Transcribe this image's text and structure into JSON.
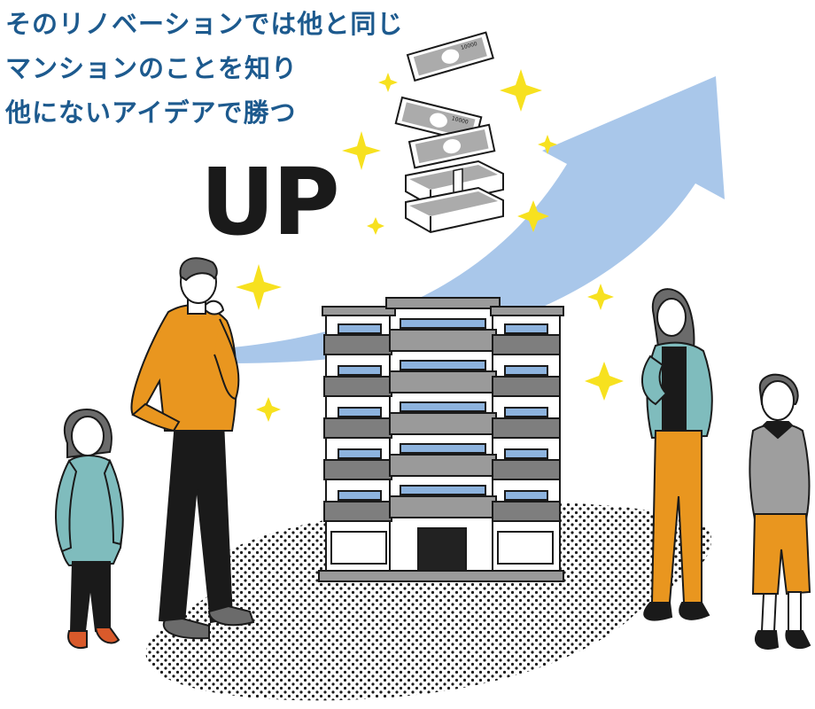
{
  "headline": {
    "lines": [
      "そのリノベーションでは他と同じ",
      "マンションのことを知り",
      "他にないアイデアで勝つ"
    ]
  },
  "up_label": "UP",
  "banknote_label": "10000",
  "colors": {
    "headline": "#1d5a8e",
    "arrow": "#a9c7ea",
    "sparkle": "#f7e11f",
    "orange": "#e9961f",
    "teal": "#7fbcbd",
    "balcony": "#7e7e7e",
    "window": "#8db3de"
  },
  "icons": [
    "sparkle-icon",
    "banknote-icon",
    "up-arrow-icon"
  ]
}
